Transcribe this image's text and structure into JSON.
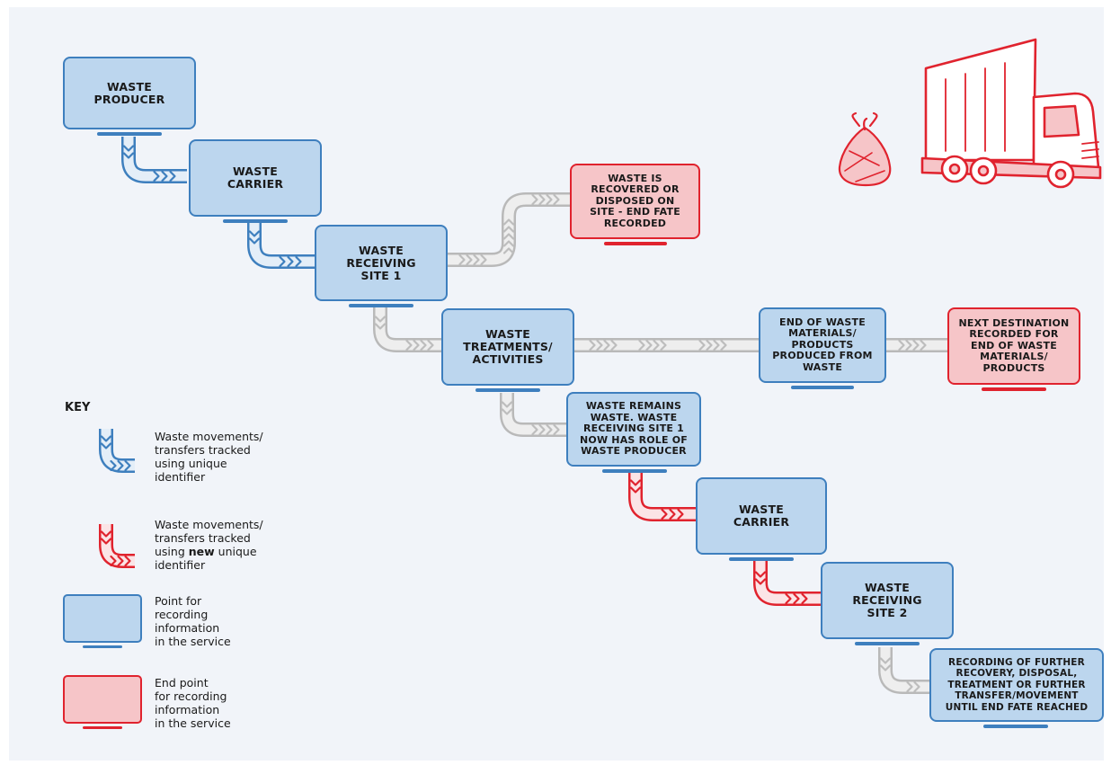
{
  "nodes": {
    "waste_producer": "WASTE\nPRODUCER",
    "waste_carrier_1": "WASTE\nCARRIER",
    "receiving_site_1": "WASTE\nRECEIVING\nSITE 1",
    "recovered_on_site": "WASTE IS\nRECOVERED OR\nDISPOSED ON\nSITE - END FATE\nRECORDED",
    "treatments": "WASTE\nTREATMENTS/\nACTIVITIES",
    "end_of_waste": "END OF WASTE\nMATERIALS/\nPRODUCTS\nPRODUCED FROM\nWASTE",
    "next_destination": "NEXT DESTINATION\nRECORDED FOR\nEND OF WASTE\nMATERIALS/\nPRODUCTS",
    "remains_waste": "WASTE REMAINS\nWASTE. WASTE\nRECEIVING SITE 1\nNOW HAS ROLE OF\nWASTE PRODUCER",
    "waste_carrier_2": "WASTE\nCARRIER",
    "receiving_site_2": "WASTE\nRECEIVING\nSITE 2",
    "further_recording": "RECORDING OF FURTHER\nRECOVERY, DISPOSAL,\nTREATMENT OR FURTHER\nTRANSFER/MOVEMENT\nUNTIL END FATE REACHED"
  },
  "key": {
    "title": "KEY",
    "blue_arrow": {
      "line1": "Waste movements/",
      "line2": "transfers tracked",
      "line3": "using unique",
      "line4": "identifier"
    },
    "red_arrow": {
      "line1": "Waste movements/",
      "line2": "transfers tracked",
      "line3_pre": "using ",
      "line3_bold": "new",
      "line3_post": " unique",
      "line4": "identifier"
    },
    "blue_box": {
      "line1": "Point for",
      "line2": "recording",
      "line3": "information",
      "line4": "in the service"
    },
    "red_box": {
      "line1": "End point",
      "line2": "for recording",
      "line3": "information",
      "line4": "in the service"
    }
  },
  "colors": {
    "tracked_blue": "#3e7fbe",
    "box_blue_fill": "#bcd6ee",
    "end_red": "#e0232e",
    "box_red_fill": "#f6c5c8",
    "untracked_grey": "#b9b9b9"
  },
  "icons": [
    "waste-bag-icon",
    "waste-truck-icon"
  ]
}
